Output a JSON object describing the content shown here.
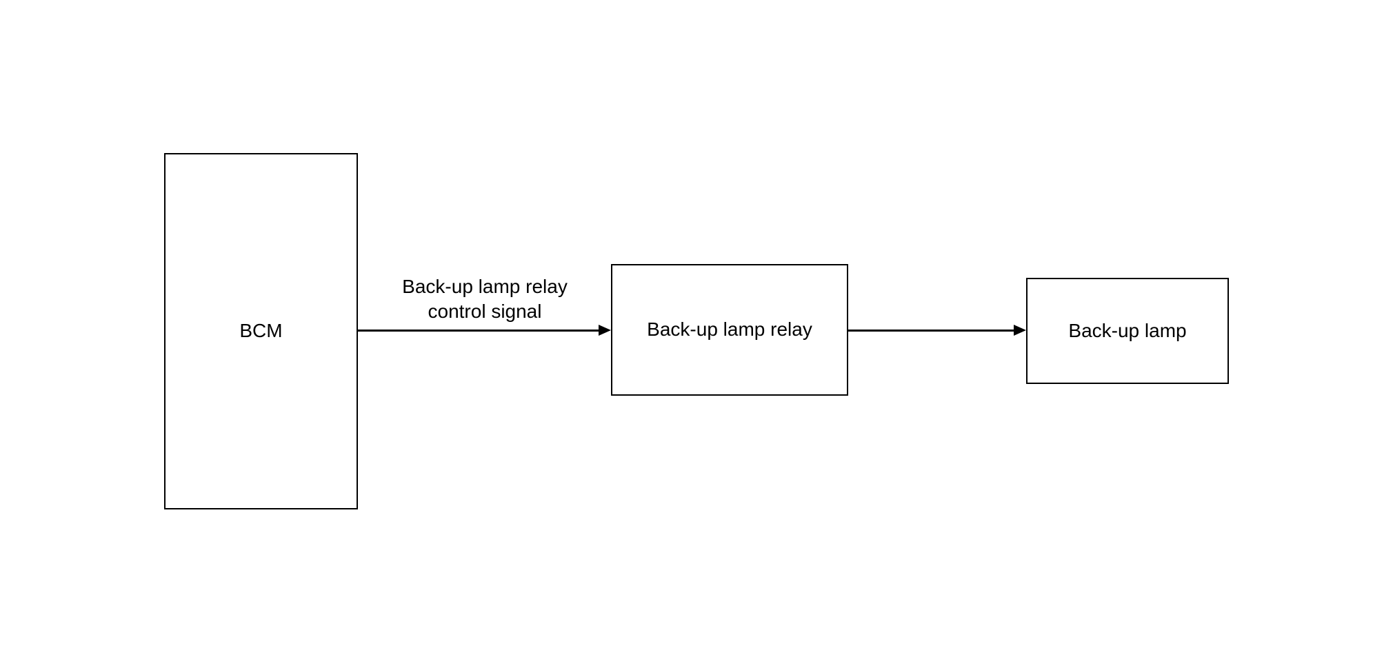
{
  "diagram": {
    "background_color": "#ffffff",
    "line_color": "#000000",
    "nodes": [
      {
        "id": "bcm",
        "label": "BCM"
      },
      {
        "id": "backup-lamp-relay",
        "label": "Back-up lamp relay"
      },
      {
        "id": "backup-lamp",
        "label": "Back-up lamp"
      }
    ],
    "edges": [
      {
        "from": "bcm",
        "to": "backup-lamp-relay",
        "label": "Back-up lamp relay control signal"
      },
      {
        "from": "backup-lamp-relay",
        "to": "backup-lamp",
        "label": ""
      }
    ]
  }
}
